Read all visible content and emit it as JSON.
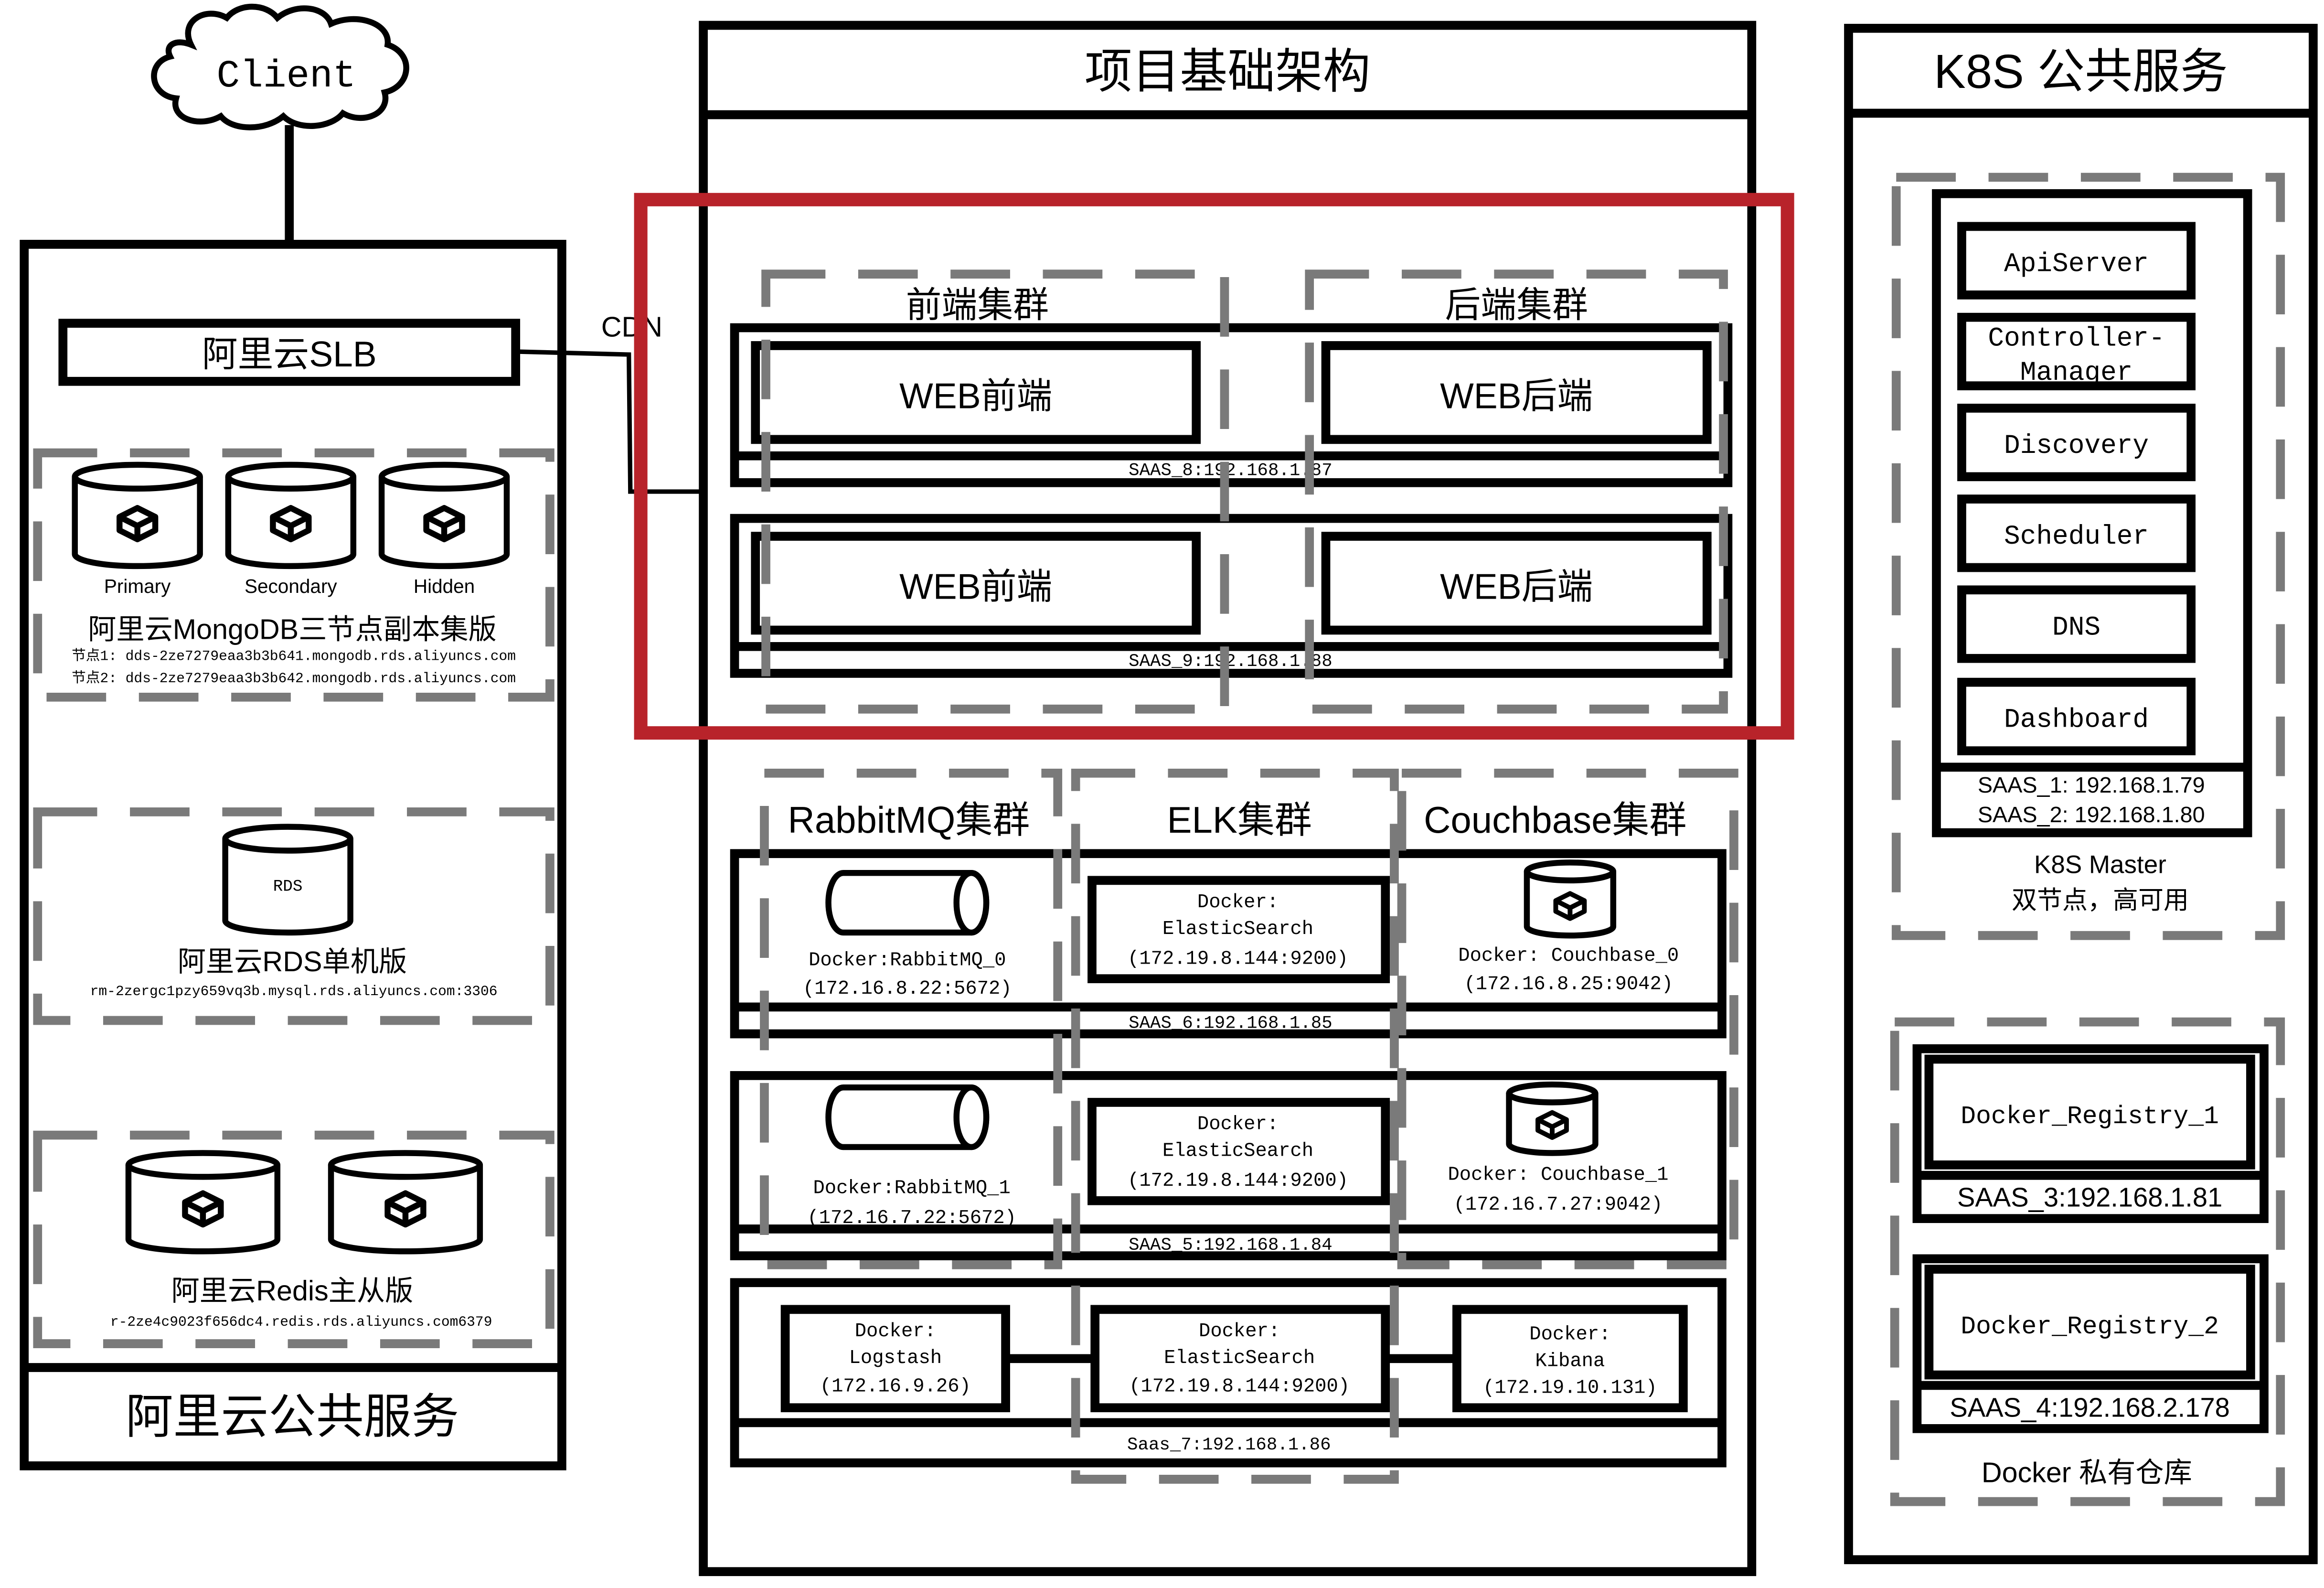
{
  "colors": {
    "highlight": "#b8232a",
    "dashed": "#7a7a7a",
    "stroke": "#000000"
  },
  "client": {
    "label": "Client"
  },
  "cdn_label": "CDN",
  "aliyun": {
    "footer": "阿里云公共服务",
    "slb": "阿里云SLB",
    "mongodb": {
      "nodes": [
        "Primary",
        "Secondary",
        "Hidden"
      ],
      "title": "阿里云MongoDB三节点副本集版",
      "node1": "节点1: dds-2ze7279eaa3b3b641.mongodb.rds.aliyuncs.com",
      "node2": "节点2: dds-2ze7279eaa3b3b642.mongodb.rds.aliyuncs.com"
    },
    "rds": {
      "badge": "RDS",
      "title": "阿里云RDS单机版",
      "host": "rm-2zergc1pzy659vq3b.mysql.rds.aliyuncs.com:3306"
    },
    "redis": {
      "title": "阿里云Redis主从版",
      "host": "r-2ze4c9023f656dc4.redis.rds.aliyuncs.com6379"
    }
  },
  "project": {
    "title": "项目基础架构",
    "frontend_cluster": "前端集群",
    "backend_cluster": "后端集群",
    "web_hosts": [
      {
        "frontend": "WEB前端",
        "backend": "WEB后端",
        "ip": "SAAS_8:192.168.1.87"
      },
      {
        "frontend": "WEB前端",
        "backend": "WEB后端",
        "ip": "SAAS_9:192.168.1.88"
      }
    ],
    "rabbitmq_cluster": "RabbitMQ集群",
    "elk_cluster": "ELK集群",
    "couchbase_cluster": "Couchbase集群",
    "host6": {
      "rabbit": [
        "Docker:RabbitMQ_0",
        "(172.16.8.22:5672)"
      ],
      "elastic": [
        "Docker:",
        "ElasticSearch",
        "(172.19.8.144:9200)"
      ],
      "couch": [
        "Docker: Couchbase_0",
        "(172.16.8.25:9042)"
      ],
      "ip": "SAAS_6:192.168.1.85"
    },
    "host5": {
      "rabbit": [
        "Docker:RabbitMQ_1",
        "(172.16.7.22:5672)"
      ],
      "elastic": [
        "Docker:",
        "ElasticSearch",
        "(172.19.8.144:9200)"
      ],
      "couch": [
        "Docker: Couchbase_1",
        "(172.16.7.27:9042)"
      ],
      "ip": "SAAS_5:192.168.1.84"
    },
    "host7": {
      "logstash": [
        "Docker:",
        "Logstash",
        "(172.16.9.26)"
      ],
      "elastic": [
        "Docker:",
        "ElasticSearch",
        "(172.19.8.144:9200)"
      ],
      "kibana": [
        "Docker:",
        "Kibana",
        "(172.19.10.131)"
      ],
      "ip": "Saas_7:192.168.1.86"
    }
  },
  "k8s": {
    "title": "K8S 公共服务",
    "components": [
      "ApiServer",
      "Controller-",
      "Manager",
      "Discovery",
      "Scheduler",
      "DNS",
      "Dashboard"
    ],
    "master_ips": [
      "SAAS_1: 192.168.1.79",
      "SAAS_2: 192.168.1.80"
    ],
    "master_label": "K8S Master",
    "master_sub": "双节点，高可用",
    "registry": [
      {
        "name": "Docker_Registry_1",
        "ip": "SAAS_3:192.168.1.81"
      },
      {
        "name": "Docker_Registry_2",
        "ip": "SAAS_4:192.168.2.178"
      }
    ],
    "registry_label": "Docker 私有仓库"
  }
}
